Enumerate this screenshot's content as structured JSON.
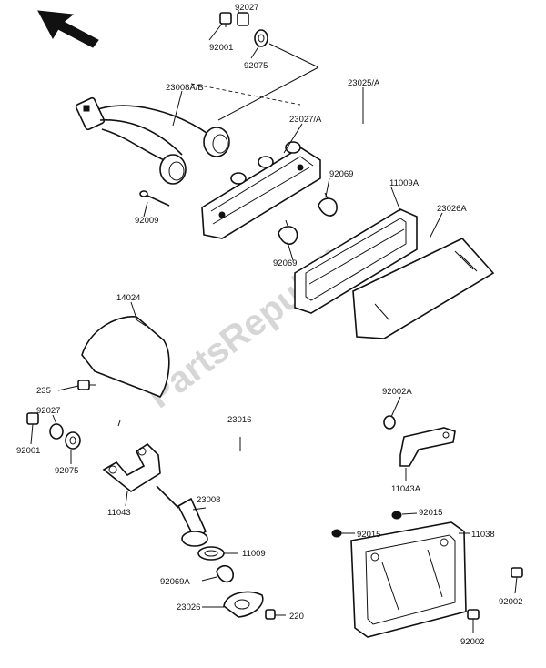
{
  "watermark": "PartsRepublik",
  "labels": {
    "l92027_top": "92027",
    "l92001_top": "92001",
    "l92075_top": "92075",
    "l23008ab": "23008A/B",
    "l23025a": "23025/A",
    "l23027a": "23027/A",
    "l92069_right": "92069",
    "l11009a": "11009A",
    "l23026a": "23026A",
    "l92009": "92009",
    "l92069_left": "92069",
    "l14024": "14024",
    "l235": "235",
    "l92027_mid": "92027",
    "l92001_mid": "92001",
    "l92075_mid": "92075",
    "l23016": "23016",
    "l92002a": "92002A",
    "l11043a": "11043A",
    "l11043": "11043",
    "l23008": "23008",
    "l11009": "11009",
    "l92069a": "92069A",
    "l23026": "23026",
    "l220": "220",
    "l92015_a": "92015",
    "l92015_b": "92015",
    "l11038": "11038",
    "l92002_a": "92002",
    "l92002_b": "92002"
  }
}
